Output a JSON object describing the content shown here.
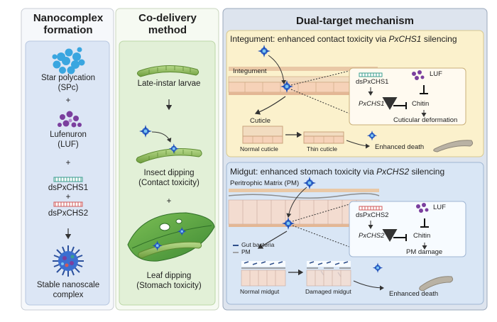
{
  "panels": {
    "p1": {
      "title": "Nanocomplex formation",
      "items": [
        "Star polycation",
        "(SPc)",
        "+",
        "Lufenuron",
        "(LUF)",
        "+",
        "dsPxCHS1",
        "+",
        "dsPxCHS2",
        "Stable nanoscale",
        "complex"
      ]
    },
    "p2": {
      "title": "Co-delivery method",
      "larvae": "Late-instar larvae",
      "contact": [
        "Insect dipping",
        "(Contact toxicity)"
      ],
      "plus": "+",
      "stomach": [
        "Leaf dipping",
        "(Stomach toxicity)"
      ]
    },
    "p3": {
      "title": "Dual-target mechanism",
      "integ": {
        "heading_pre": "Integument: enhanced contact toxicity via ",
        "heading_gene": "PxCHS1",
        "heading_post": " silencing",
        "tissue": "Integument",
        "ds": "dsPxCHS1",
        "gene": "PxCHS1",
        "luf": "LUF",
        "chitin": "Chitin",
        "effect": "Cuticular deformation",
        "cuticle": "Cuticle",
        "normal": "Normal cuticle",
        "thin": "Thin cuticle",
        "death": "Enhanced death"
      },
      "midgut": {
        "heading_pre": "Midgut: enhanced stomach toxicity via ",
        "heading_gene": "PxCHS2",
        "heading_post": " silencing",
        "tissue": "Peritrophic Matrix  (PM)",
        "ds": "dsPxCHS2",
        "gene": "PxCHS2",
        "luf": "LUF",
        "chitin": "Chitin",
        "effect": "PM damage",
        "legend_bacteria": "Gut bacteria",
        "legend_pm": "PM",
        "normal": "Normal midgut",
        "damaged": "Damaged midgut",
        "death": "Enhanced death"
      }
    }
  },
  "colors": {
    "panel1_fill": "#dce6f5",
    "panel2_fill": "#e2f0d7",
    "panel3_fill": "#dde4ee",
    "integ_fill": "#fbf1cc",
    "midgut_fill": "#d9e6f5",
    "down_arrow": "#c62828",
    "polycation": "#3aa6e0",
    "lufenuron": "#7b3f9e",
    "larva": "#8dbb5a"
  }
}
